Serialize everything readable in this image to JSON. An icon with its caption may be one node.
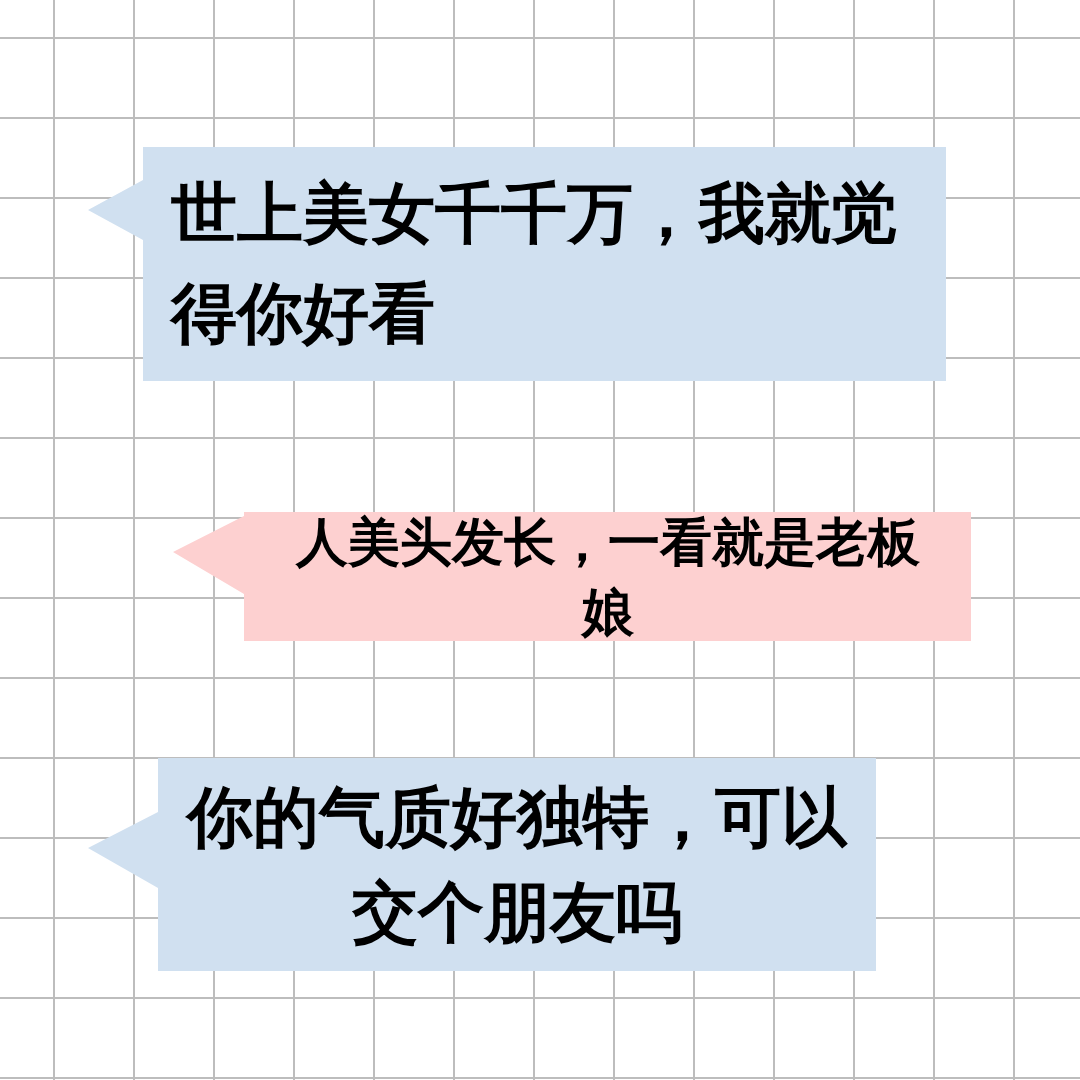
{
  "diagram": {
    "nodes": [
      {
        "text": [
          "世上美女千千万，我就觉得你好看"
        ]
      },
      {
        "text": [
          "人美头发长，一看就是老板娘"
        ]
      },
      {
        "text": [
          "你的气质好独特，可以交个朋友吗"
        ]
      }
    ]
  }
}
